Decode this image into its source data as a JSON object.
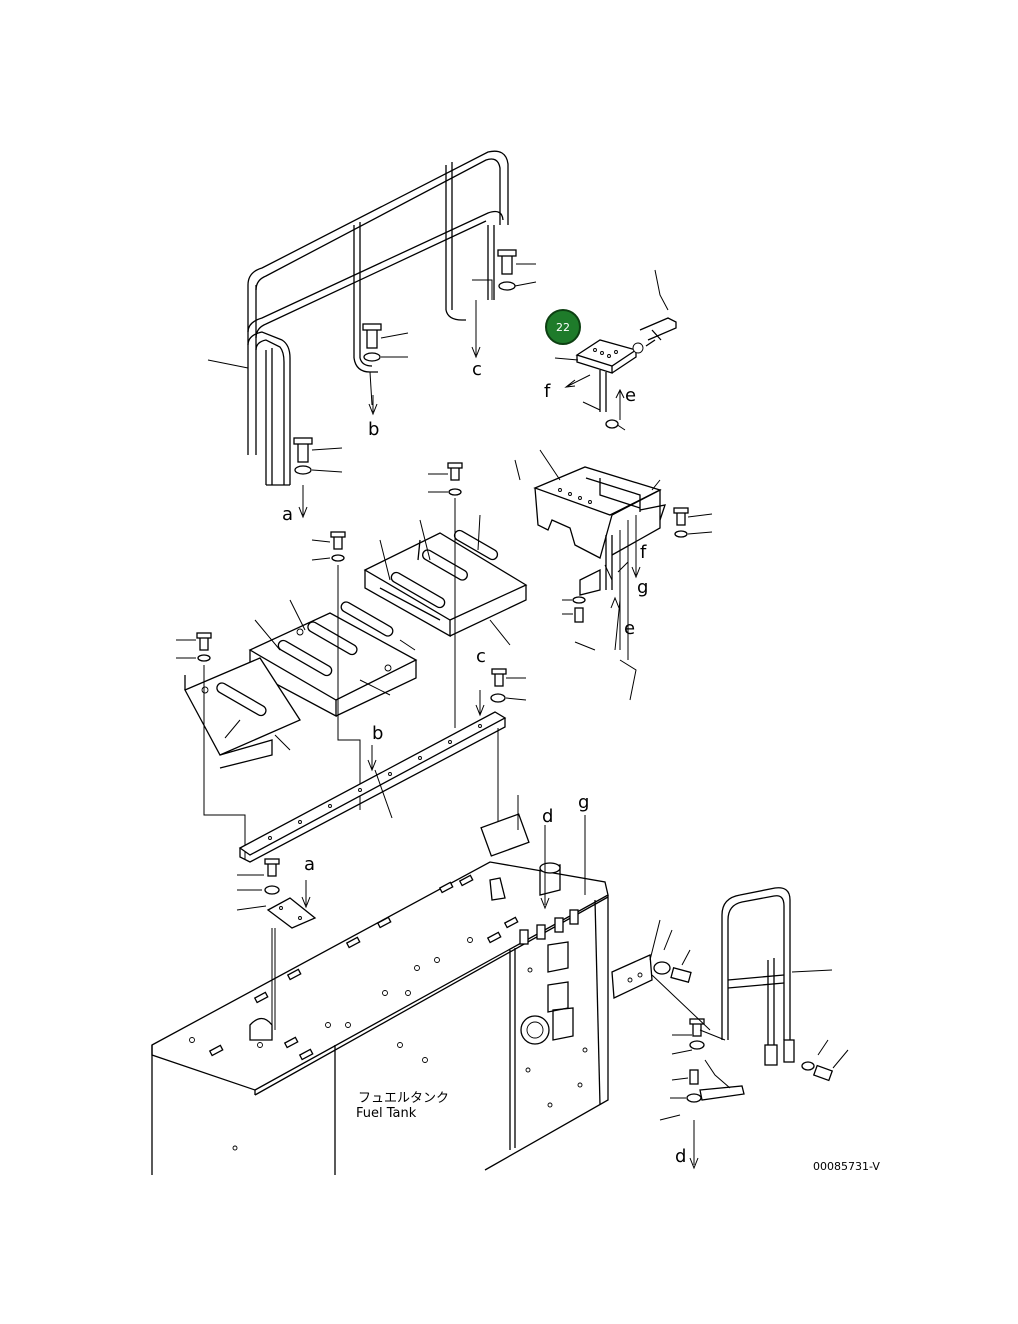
{
  "diagram": {
    "fuel_tank_label_jp": "フュエルタンク",
    "fuel_tank_label_en": "Fuel Tank",
    "drawing_number": "00085731-V",
    "callout_badge": {
      "number": "22",
      "color": "#1e7b2a",
      "ring_color": "#0d3f12"
    },
    "reference_letters": {
      "a_top": "a",
      "b_top": "b",
      "c_top": "c",
      "e_top": "e",
      "f_top": "f",
      "f_mid": "f",
      "g_mid": "g",
      "e_mid": "e",
      "c_mid": "c",
      "b_mid": "b",
      "d_mid": "d",
      "g_low": "g",
      "a_low": "a",
      "d_bottom": "d"
    }
  }
}
